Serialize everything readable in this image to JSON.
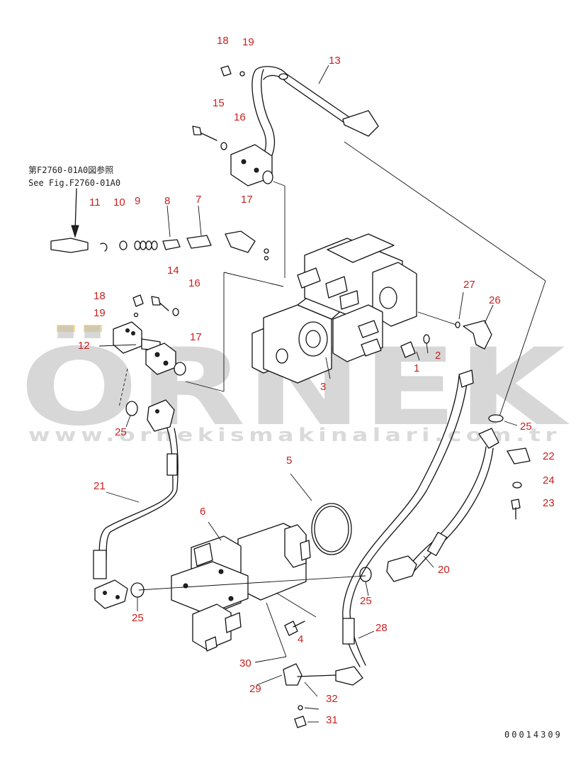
{
  "reference_note": {
    "jp": "第F2760-01A0図参照",
    "en": "See Fig.F2760-01A0"
  },
  "watermark": {
    "brand": "ÖRNEK",
    "url": "www.ornekismakinalari.com.tr"
  },
  "drawing_number": "00014309",
  "callouts": {
    "c1": "1",
    "c2": "2",
    "c3": "3",
    "c4": "4",
    "c5": "5",
    "c6": "6",
    "c7": "7",
    "c8": "8",
    "c9": "9",
    "c10": "10",
    "c11": "11",
    "c12": "12",
    "c13": "13",
    "c14": "14",
    "c15": "15",
    "c16a": "16",
    "c16b": "16",
    "c17a": "17",
    "c17b": "17",
    "c18a": "18",
    "c18b": "18",
    "c19a": "19",
    "c19b": "19",
    "c20": "20",
    "c21": "21",
    "c22": "22",
    "c23": "23",
    "c24": "24",
    "c25a": "25",
    "c25b": "25",
    "c25c": "25",
    "c25d": "25",
    "c26": "26",
    "c27": "27",
    "c28": "28",
    "c29": "29",
    "c30": "30",
    "c31": "31",
    "c32": "32"
  },
  "colors": {
    "callout": "#c8201f",
    "line": "#111111",
    "watermark": "#bdbdbd",
    "watermark_accent": "#e9c44a"
  }
}
